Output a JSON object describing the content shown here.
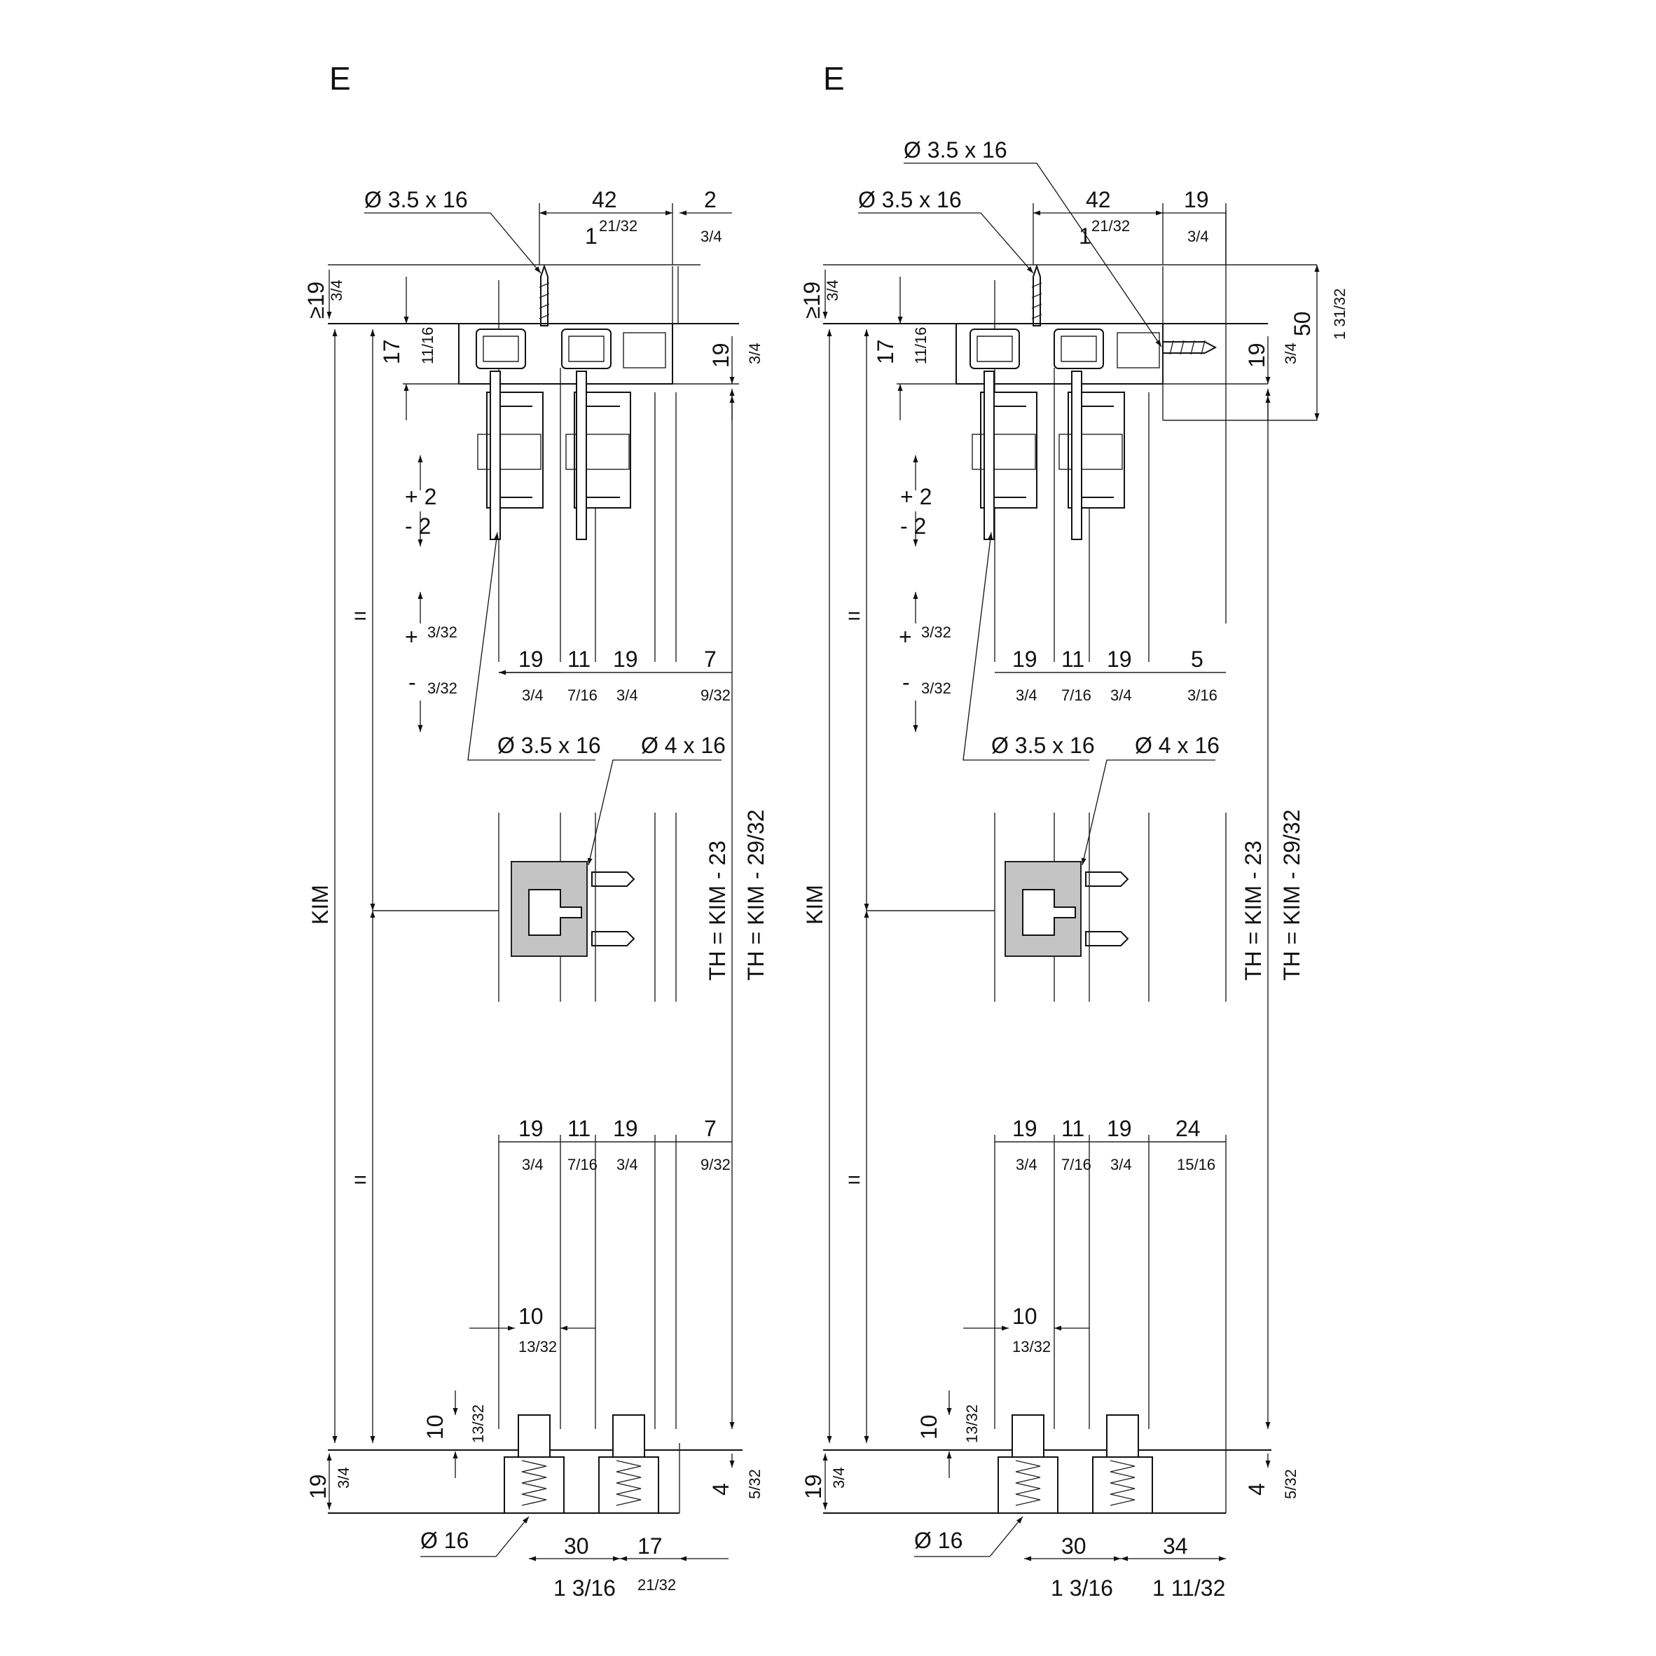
{
  "views": [
    {
      "id": "left",
      "section_label": "E",
      "top_screw": "Ø 3.5 x 16",
      "top_width_mm": "42",
      "top_width_in_whole": "1",
      "top_width_in_frac": "21/32",
      "top_right_mm": "2",
      "top_right_in": "3/4",
      "top_clearance_mm": "≥19",
      "top_clearance_in": "3/4",
      "rail_height_mm": "17",
      "rail_height_in": "11/16",
      "right_19_mm": "19",
      "right_19_in": "3/4",
      "adj_plus": "+ 2",
      "adj_minus": "- 2",
      "adj_in_plus": "+",
      "adj_in_minus": "-",
      "adj_in_frac": "3/32",
      "equal_top": "=",
      "equal_bottom": "=",
      "kim_label": "KIM",
      "gap_dims_top": [
        {
          "mm": "19",
          "in": "3/4"
        },
        {
          "mm": "11",
          "in": "7/16"
        },
        {
          "mm": "19",
          "in": "3/4"
        },
        {
          "mm": "7",
          "in": "9/32"
        }
      ],
      "screw_a": "Ø 3.5 x 16",
      "screw_b": "Ø 4 x 16",
      "th_mm": "TH = KIM - 23",
      "th_in": "TH = KIM - 29/32",
      "gap_dims_bottom": [
        {
          "mm": "19",
          "in": "3/4"
        },
        {
          "mm": "11",
          "in": "7/16"
        },
        {
          "mm": "19",
          "in": "3/4"
        },
        {
          "mm": "7",
          "in": "9/32"
        }
      ],
      "dim10_mm": "10",
      "dim10_in": "13/32",
      "dim10v_mm": "10",
      "dim10v_in": "13/32",
      "bottom_19_mm": "19",
      "bottom_19_in": "3/4",
      "bottom_4_mm": "4",
      "bottom_4_in": "5/32",
      "hole_dia": "Ø 16",
      "bot_a_mm": "30",
      "bot_a_in": "1 3/16",
      "bot_b_mm": "17",
      "bot_b_in": "21/32"
    },
    {
      "id": "right",
      "section_label": "E",
      "top_screw_extra": "Ø 3.5 x 16",
      "top_screw": "Ø 3.5 x 16",
      "top_width_mm": "42",
      "top_width_in_whole": "1",
      "top_width_in_frac": "21/32",
      "top_right_mm": "19",
      "top_right_in": "3/4",
      "top_clearance_mm": "≥19",
      "top_clearance_in": "3/4",
      "rail_height_mm": "17",
      "rail_height_in": "11/16",
      "right_19_mm": "19",
      "right_19_in": "3/4",
      "right_50_mm": "50",
      "right_50_in": "1 31/32",
      "adj_plus": "+ 2",
      "adj_minus": "- 2",
      "adj_in_plus": "+",
      "adj_in_minus": "-",
      "adj_in_frac": "3/32",
      "equal_top": "=",
      "equal_bottom": "=",
      "kim_label": "KIM",
      "gap_dims_top": [
        {
          "mm": "19",
          "in": "3/4"
        },
        {
          "mm": "11",
          "in": "7/16"
        },
        {
          "mm": "19",
          "in": "3/4"
        },
        {
          "mm": "5",
          "in": "3/16"
        }
      ],
      "screw_a": "Ø 3.5 x 16",
      "screw_b": "Ø 4 x 16",
      "th_mm": "TH = KIM - 23",
      "th_in": "TH = KIM - 29/32",
      "gap_dims_bottom": [
        {
          "mm": "19",
          "in": "3/4"
        },
        {
          "mm": "11",
          "in": "7/16"
        },
        {
          "mm": "19",
          "in": "3/4"
        },
        {
          "mm": "24",
          "in": "15/16"
        }
      ],
      "dim10_mm": "10",
      "dim10_in": "13/32",
      "dim10v_mm": "10",
      "dim10v_in": "13/32",
      "bottom_19_mm": "19",
      "bottom_19_in": "3/4",
      "bottom_4_mm": "4",
      "bottom_4_in": "5/32",
      "hole_dia": "Ø 16",
      "bot_a_mm": "30",
      "bot_a_in": "1 3/16",
      "bot_b_mm": "34",
      "bot_b_in": "1 11/32"
    }
  ]
}
